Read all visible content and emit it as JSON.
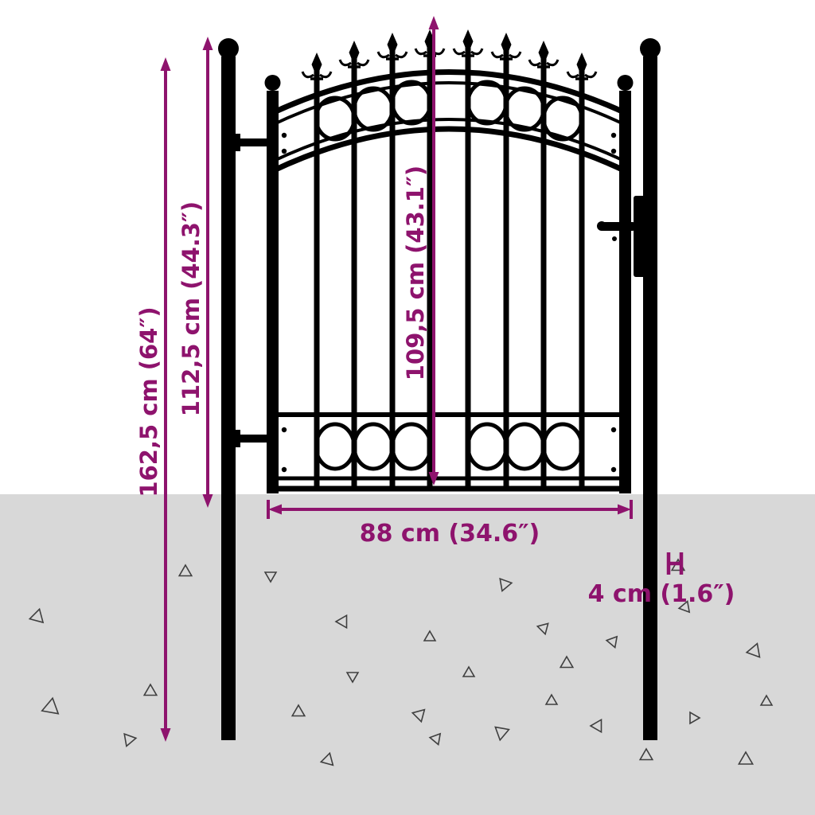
{
  "diagram": {
    "subject": "arched-metal-fence-gate-with-posts",
    "dimensions": {
      "total_height": "162,5 cm (64″)",
      "post_height": "112,5 cm (44.3″)",
      "gate_height": "109,5 cm (43.1″)",
      "gate_width": "88 cm (34.6″)",
      "post_thickness": "4 cm (1.6″)"
    }
  },
  "colors": {
    "accent": "#8E136D",
    "gate": "#000000",
    "ground": "#D8D8D8",
    "background": "#FFFFFF",
    "triangle": "#3F3F3F"
  },
  "decor": {
    "triangles": [
      [
        233,
        719,
        9,
        0
      ],
      [
        47,
        775,
        10,
        15
      ],
      [
        340,
        723,
        8,
        180
      ],
      [
        431,
        781,
        9,
        30
      ],
      [
        540,
        801,
        8,
        0
      ],
      [
        634,
        734,
        9,
        200
      ],
      [
        683,
        789,
        8,
        45
      ],
      [
        712,
        834,
        9,
        0
      ],
      [
        770,
        806,
        8,
        160
      ],
      [
        852,
        712,
        9,
        0
      ],
      [
        861,
        763,
        8,
        140
      ],
      [
        948,
        818,
        10,
        20
      ],
      [
        189,
        869,
        9,
        0
      ],
      [
        64,
        889,
        12,
        10
      ],
      [
        162,
        929,
        9,
        320
      ],
      [
        375,
        895,
        9,
        0
      ],
      [
        443,
        849,
        8,
        180
      ],
      [
        527,
        898,
        9,
        45
      ],
      [
        589,
        846,
        8,
        0
      ],
      [
        630,
        920,
        10,
        190
      ],
      [
        693,
        881,
        8,
        0
      ],
      [
        751,
        912,
        9,
        30
      ],
      [
        812,
        950,
        9,
        0
      ],
      [
        871,
        902,
        8,
        210
      ],
      [
        937,
        955,
        10,
        0
      ],
      [
        412,
        955,
        9,
        15
      ],
      [
        548,
        928,
        8,
        160
      ],
      [
        963,
        882,
        8,
        0
      ]
    ]
  }
}
